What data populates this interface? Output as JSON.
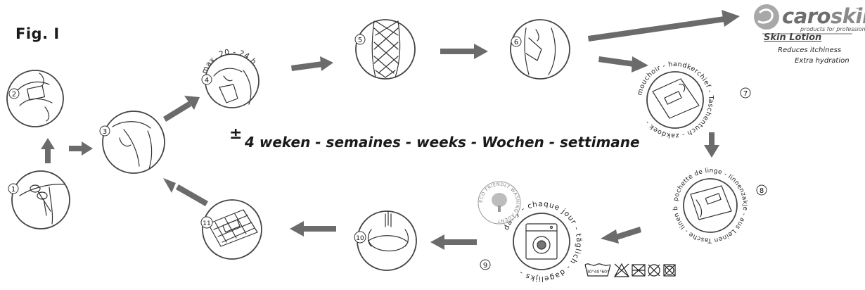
{
  "figure": {
    "title": "Fig. I"
  },
  "duration": {
    "plus_minus": "±",
    "text": "4 weken - semaines - weeks - Wochen - settimane"
  },
  "steps": [
    {
      "number": "1",
      "icon": "scissors-icon"
    },
    {
      "number": "2",
      "icon": "peel-backing-icon"
    },
    {
      "number": "3",
      "icon": "apply-dressing-icon"
    },
    {
      "number": "4",
      "icon": "wear-dressing-icon",
      "caption": "max. 20 - 24 h."
    },
    {
      "number": "5",
      "icon": "tubular-net-icon"
    },
    {
      "number": "6",
      "icon": "remove-dressing-icon"
    },
    {
      "number": "7",
      "icon": "handkerchief-icon",
      "ring_text": "mouchoir - handkerchief - Taschentuch - zakdoek - "
    },
    {
      "number": "8",
      "icon": "linen-bag-icon",
      "ring_text": "pochette de linge - linnenzakje - aus Leinen Tasche - linen bag - "
    },
    {
      "number": "9",
      "icon": "washing-machine-icon",
      "ring_text": "daily - chaque jour - täglich - dagelijks - "
    },
    {
      "number": "10",
      "icon": "hand-wash-icon"
    },
    {
      "number": "11",
      "icon": "drying-rack-icon"
    }
  ],
  "eco_badge": {
    "text": "ECO FRIENDLY WASHING AGENT",
    "icon": "tree-icon"
  },
  "care_symbols": {
    "wash_temperature": "30°40°60°",
    "icons": [
      "wash-tub-icon",
      "no-bleach-icon",
      "no-tumble-dry-icon",
      "no-dry-clean-icon",
      "no-dry-clean-box-icon"
    ]
  },
  "brand": {
    "name_a": "caro",
    "name_b": "skin",
    "trademark": "™",
    "tagline": "products for professionals",
    "product": "Skin Lotion",
    "claims": [
      "Reduces itchiness",
      "Extra hydration"
    ]
  },
  "colors": {
    "arrow": "#6b6b6b",
    "outline": "#444444",
    "brand_gray": "#6e6e6e"
  }
}
